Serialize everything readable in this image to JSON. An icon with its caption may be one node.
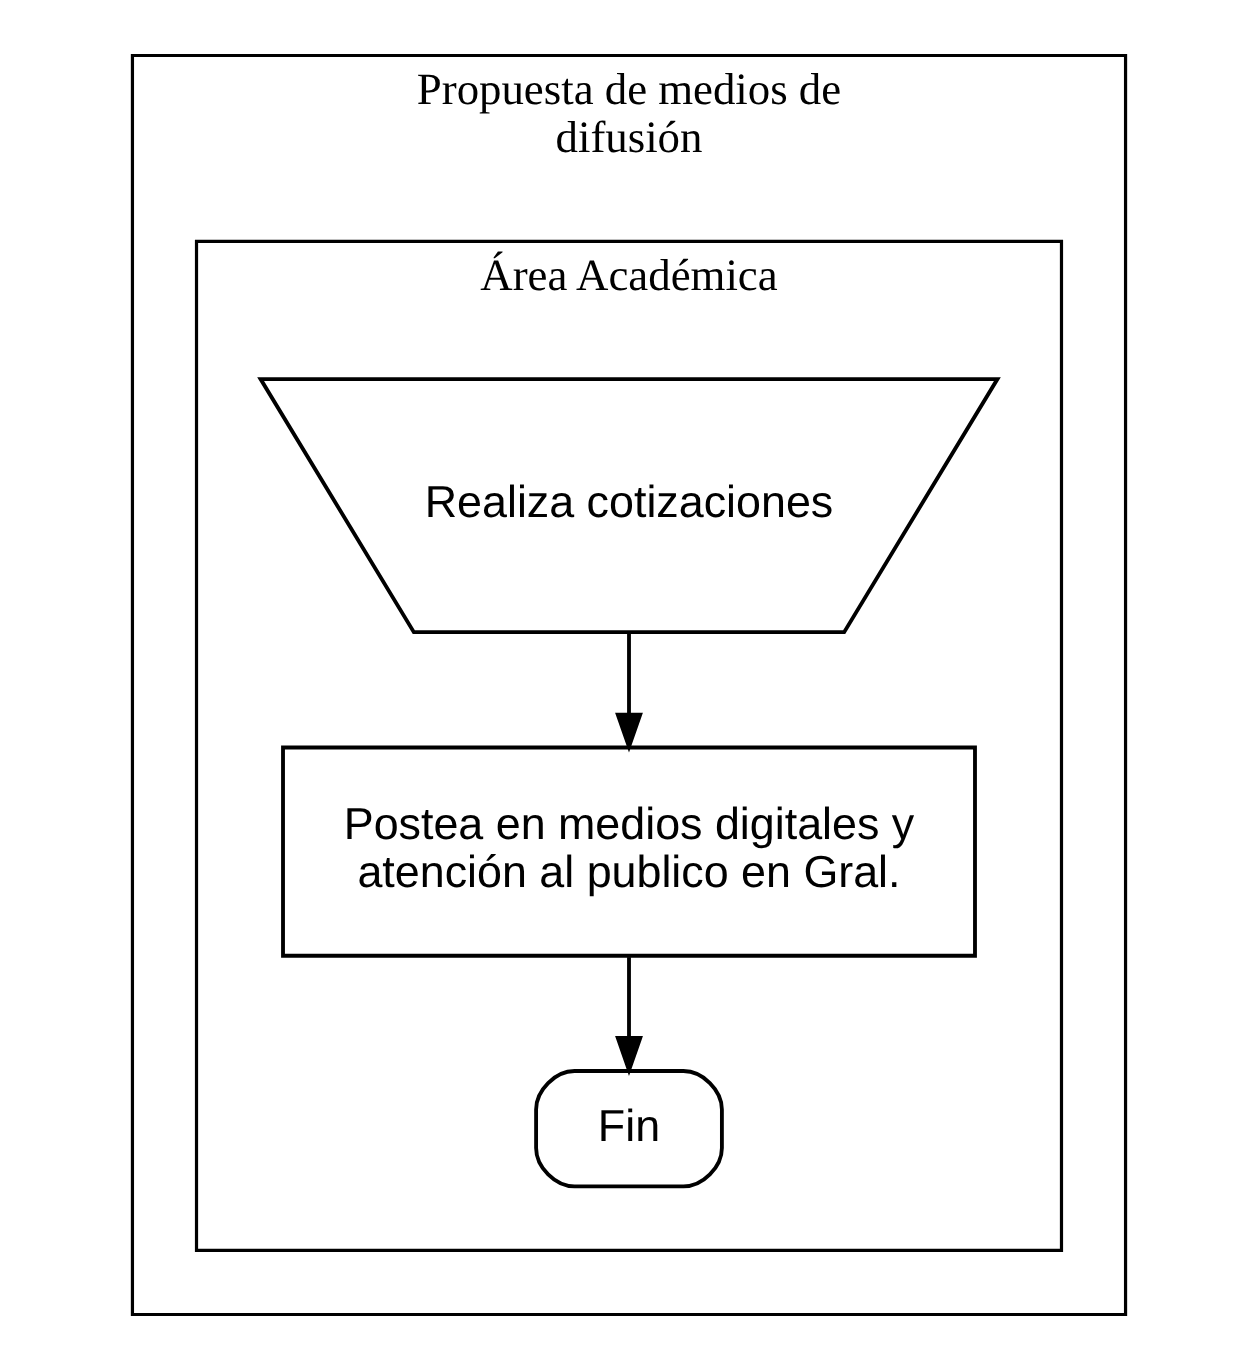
{
  "diagram": {
    "nodes": [
      {
        "text": [
          "Propuesta de medios de difusión"
        ]
      },
      {
        "text": [
          "Área Académica"
        ],
        "in": 0
      },
      {
        "text": [
          "Realiza cotizaciones"
        ],
        "in": 1
      },
      {
        "text": [
          "Postea en medios digitales y atención al publico en Gral."
        ],
        "in": 1
      },
      {
        "text": [
          "Fin"
        ],
        "in": 1
      }
    ],
    "edges": [
      {
        "from": 2,
        "to": 3,
        "arrow": "to"
      },
      {
        "from": 3,
        "to": 4,
        "arrow": "to"
      }
    ]
  }
}
